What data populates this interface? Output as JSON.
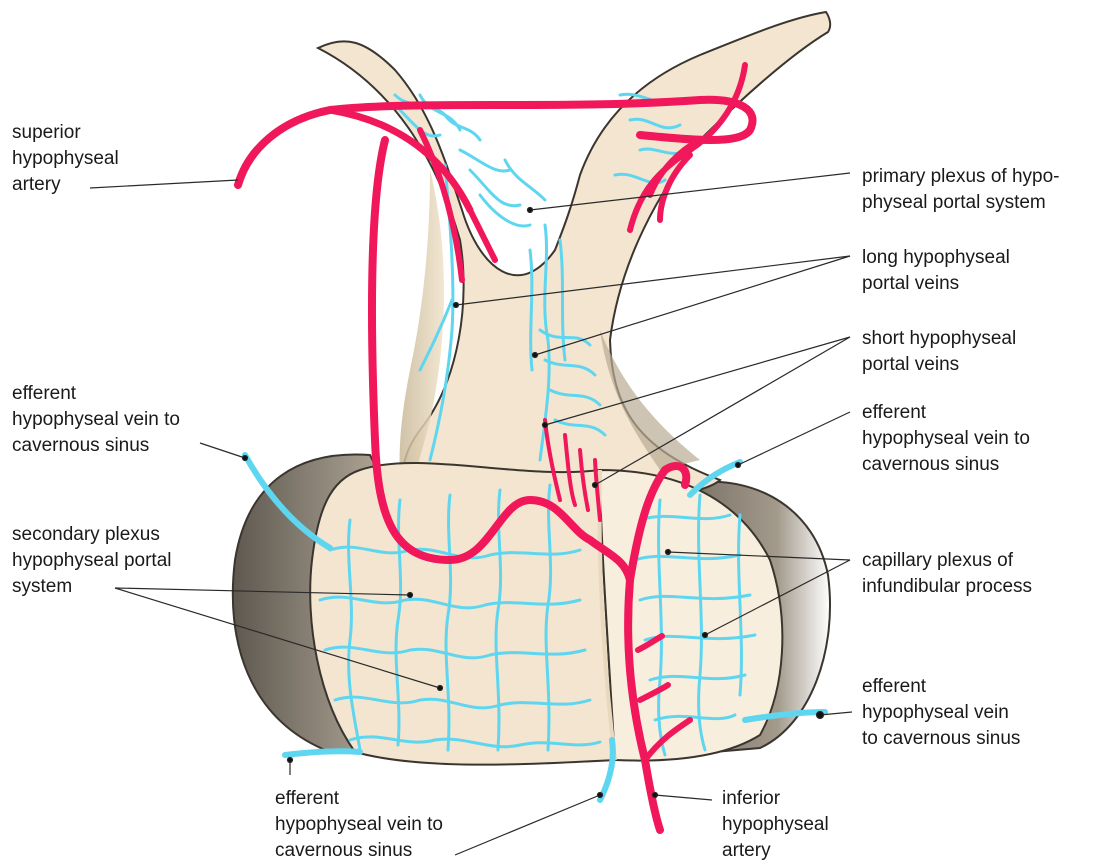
{
  "labels": {
    "superior_artery": [
      "superior",
      "hypophyseal",
      "artery"
    ],
    "primary_plexus": [
      "primary plexus of hypo-",
      "physeal portal system"
    ],
    "long_portal_veins": [
      "long hypophyseal",
      "portal veins"
    ],
    "short_portal_veins": [
      "short hypophyseal",
      "portal veins"
    ],
    "efferent_vein_left": [
      "efferent",
      "hypophyseal vein to",
      "cavernous sinus"
    ],
    "efferent_vein_right_upper": [
      "efferent",
      "hypophyseal vein to",
      "cavernous sinus"
    ],
    "secondary_plexus": [
      "secondary plexus",
      "hypophyseal portal",
      "system"
    ],
    "capillary_plexus": [
      "capillary plexus of",
      "infundibular process"
    ],
    "efferent_vein_right_lower": [
      "efferent",
      "hypophyseal vein",
      "to cavernous sinus"
    ],
    "efferent_vein_bottom": [
      "efferent",
      "hypophyseal vein to",
      "cavernous sinus"
    ],
    "inferior_artery": [
      "inferior",
      "hypophyseal",
      "artery"
    ]
  },
  "colors": {
    "artery": "#f0185a",
    "vein": "#5fd6f0",
    "tissue": "#f3e5cf",
    "tissue_light": "#f8eedd",
    "capsule_dark": "#8e8578",
    "leader": "#2a2a2a"
  }
}
